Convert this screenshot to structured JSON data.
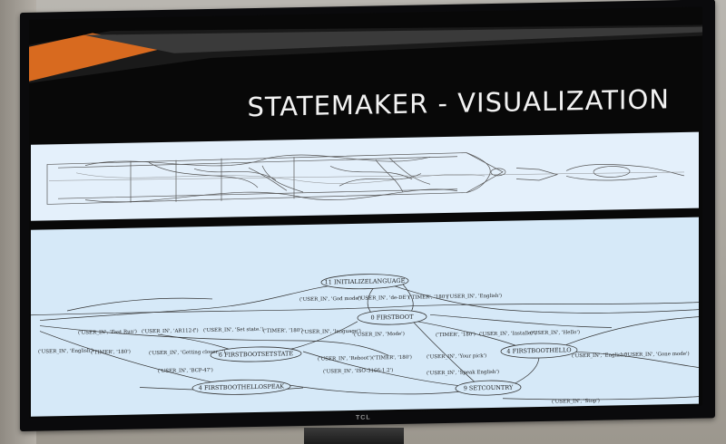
{
  "slide": {
    "title": "STATEMAKER - VISUALIZATION",
    "accent_color": "#d86a1f"
  },
  "graph": {
    "nodes": [
      {
        "id": "n_init",
        "label": "11 INITIALIZELANGUAGE"
      },
      {
        "id": "n_first",
        "label": "0 FIRSTBOOT"
      },
      {
        "id": "n_setstate",
        "label": "6 FIRSTBOOTSETSTATE"
      },
      {
        "id": "n_hello",
        "label": "4 FIRSTBOOTHELLO"
      },
      {
        "id": "n_speak",
        "label": "4 FIRSTBOOTHELLOSPEAK"
      },
      {
        "id": "n_country",
        "label": "9 SETCOUNTRY"
      }
    ],
    "edge_labels": [
      "('USER_IN', 'God mode')",
      "('USER_IN', 'de-DE')",
      "('TIMER', '180')",
      "('USER_IN', 'English')",
      "('USER_IN', 'Fast Run')",
      "('USER_IN', 'AR112-f')",
      "('USER_IN', 'Set state.')",
      "('TIMER', '180')",
      "('USER_IN', 'language')",
      "('USER_IN', 'Mode')",
      "('TIMER', '180')",
      "('USER_IN', 'Installer')",
      "('USER_IN', 'Hello')",
      "('USER_IN', 'English')",
      "('TIMER', '180')",
      "('USER_IN', 'Getting closer...')",
      "('USER_IN', 'Reboot')",
      "('TIMER', '180')",
      "('USER_IN', 'Your pick')",
      "('USER_IN', 'English')",
      "('USER_IN', 'Gone mode')",
      "('USER_IN', 'BCP-47')",
      "('USER_IN', 'ISO-3166-1.2')",
      "('USER_IN', 'Speak English')",
      "('USER_IN', 'Stop')"
    ]
  },
  "tv": {
    "brand": "TCL"
  }
}
